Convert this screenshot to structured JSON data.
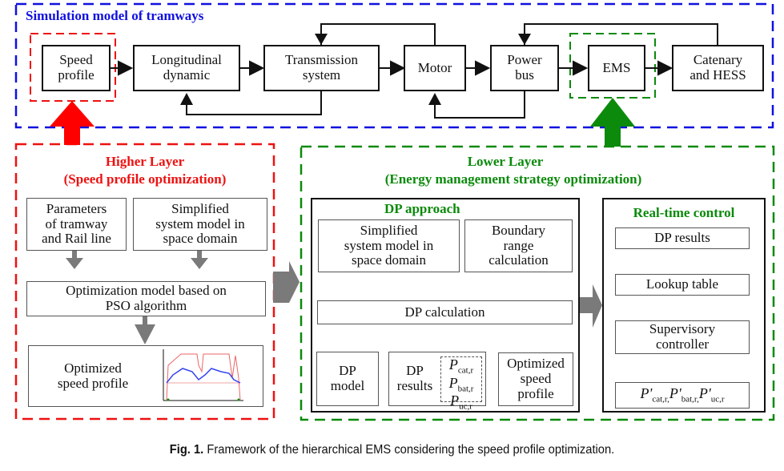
{
  "simulation": {
    "title": "Simulation model of tramways",
    "blocks": [
      {
        "id": "speed-profile",
        "label_line1": "Speed",
        "label_line2": "profile"
      },
      {
        "id": "longitudinal-dynamic",
        "label_line1": "Longitudinal",
        "label_line2": "dynamic"
      },
      {
        "id": "transmission-system",
        "label_line1": "Transmission",
        "label_line2": "system"
      },
      {
        "id": "motor",
        "label_line1": "Motor",
        "label_line2": ""
      },
      {
        "id": "power-bus",
        "label_line1": "Power",
        "label_line2": "bus"
      },
      {
        "id": "ems",
        "label_line1": "EMS",
        "label_line2": ""
      },
      {
        "id": "catenary-hess",
        "label_line1": "Catenary",
        "label_line2": "and HESS"
      }
    ]
  },
  "higher_layer": {
    "title_line1": "Higher Layer",
    "title_line2": "(Speed profile optimization)",
    "params_box": [
      "Parameters",
      "of tramway",
      "and Rail line"
    ],
    "simplified_box": [
      "Simplified",
      "system model in",
      "space domain"
    ],
    "optimization_box": [
      "Optimization model based on",
      "PSO algorithm"
    ],
    "optimized_box": [
      "Optimized",
      "speed profile"
    ]
  },
  "lower_layer": {
    "title_line1": "Lower Layer",
    "title_line2": "(Energy management strategy optimization)",
    "dp_approach": {
      "title": "DP approach",
      "simplified_box": [
        "Simplified",
        "system model in",
        "space domain"
      ],
      "boundary_box": [
        "Boundary",
        "range",
        "calculation"
      ],
      "dp_calc": "DP calculation",
      "dp_model": [
        "DP",
        "model"
      ],
      "dp_results": [
        "DP",
        "results"
      ],
      "dp_result_vars": [
        {
          "sym": "P",
          "sub": "cat,r"
        },
        {
          "sym": "P",
          "sub": "bat,r"
        },
        {
          "sym": "P",
          "sub": "uc,r"
        }
      ],
      "optimized_box": [
        "Optimized",
        "speed",
        "profile"
      ]
    },
    "realtime": {
      "title": "Real-time control",
      "dp_results": "DP results",
      "lookup": "Lookup table",
      "supervisory": [
        "Supervisory",
        "controller"
      ],
      "outputs": [
        {
          "sym": "P'",
          "sub": "cat,r,"
        },
        {
          "sym": "P'",
          "sub": "bat,r,"
        },
        {
          "sym": "P'",
          "sub": "uc,r"
        }
      ]
    }
  },
  "colors": {
    "simulation": "#1010e0",
    "higher": "#ee1111",
    "lower": "#0b8a0b",
    "gray_arrow": "#7a7a7a"
  },
  "caption": {
    "label": "Fig. 1.",
    "text": "Framework of the hierarchical EMS considering the speed profile optimization."
  }
}
